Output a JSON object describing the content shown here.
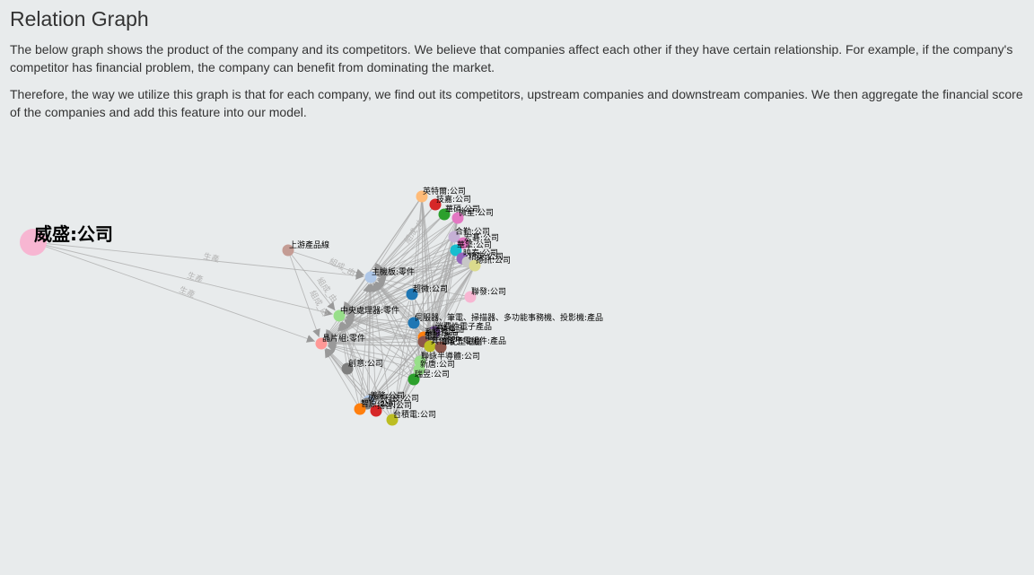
{
  "page": {
    "title": "Relation Graph",
    "paragraphs": [
      "The below graph shows the product of the company and its competitors. We believe that companies affect each other if they have certain relationship. For example, if the company's competitor has financial problem, the company can benefit from dominating the market.",
      "Therefore, the way we utilize this graph is that for each company, we find out its competitors, upstream companies and downstream companies. We then aggregate the financial score of the companies and add this feature into our model."
    ]
  },
  "graph": {
    "focus": "威盛:公司",
    "edge_labels": [
      "生產",
      "生產",
      "生產",
      "組成_由",
      "組成_由",
      "組成_由",
      "組成_由"
    ],
    "nodes": [
      {
        "label": "威盛:公司",
        "color": "#f7b6d2"
      },
      {
        "label": "上游產品線",
        "color": "#c49c94"
      },
      {
        "label": "主機板:零件",
        "color": "#aec7e8"
      },
      {
        "label": "中央處理器:零件",
        "color": "#98df8a"
      },
      {
        "label": "晶片組:零件",
        "color": "#ff9896"
      },
      {
        "label": "英特爾:公司",
        "color": "#ffbb78"
      },
      {
        "label": "技嘉:公司",
        "color": "#d62728"
      },
      {
        "label": "華碩:公司",
        "color": "#2ca02c"
      },
      {
        "label": "微星:公司",
        "color": "#e377c2"
      },
      {
        "label": "合勤:公司",
        "color": "#c5b0d5"
      },
      {
        "label": "宏碁:公司",
        "color": "#e377c2"
      },
      {
        "label": "華擎:公司",
        "color": "#17becf"
      },
      {
        "label": "映泰:公司",
        "color": "#9467bd"
      },
      {
        "label": "精英:公司",
        "color": "#c7c7c7"
      },
      {
        "label": "撼訊:公司",
        "color": "#dbdb8d"
      },
      {
        "label": "聯發:公司",
        "color": "#f7b6d2"
      },
      {
        "label": "超微:公司",
        "color": "#1f77b4"
      },
      {
        "label": "伺服器、筆電、掃描器、多功能事務機、投影機:產品",
        "color": "#1f77b4"
      },
      {
        "label": "系統產品",
        "color": "#ff7f0e"
      },
      {
        "label": "電腦:產品",
        "color": "#8c564b"
      },
      {
        "label": "消費性電子產品",
        "color": "#9467bd"
      },
      {
        "label": "其他電子零組件:產品",
        "color": "#bcbd22"
      },
      {
        "label": "網通產品",
        "color": "#7f7f7f"
      },
      {
        "label": "筆記型電腦",
        "color": "#8c564b"
      },
      {
        "label": "創意:公司",
        "color": "#7f7f7f"
      },
      {
        "label": "新唐:公司",
        "color": "#98df8a"
      },
      {
        "label": "聯詠半導體:公司",
        "color": "#98df8a"
      },
      {
        "label": "瑞昱:公司",
        "color": "#2ca02c"
      },
      {
        "label": "義隆:公司",
        "color": "#aec7e8"
      },
      {
        "label": "矽統科技:公司",
        "color": "#7f7f7f"
      },
      {
        "label": "智原:公司",
        "color": "#ff7f0e"
      },
      {
        "label": "揚智:公司",
        "color": "#d62728"
      },
      {
        "label": "台積電:公司",
        "color": "#bcbd22"
      }
    ]
  }
}
